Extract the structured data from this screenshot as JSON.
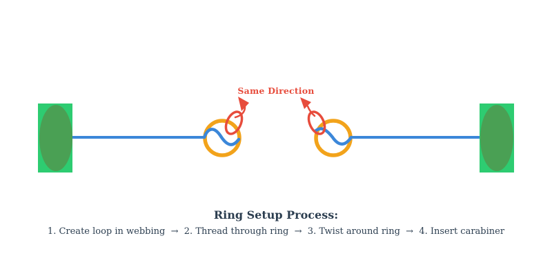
{
  "colors": {
    "background": "#ffffff",
    "webbing": "#3b87d9",
    "ring": "#f2a31b",
    "twist": "#e74c3c",
    "anchor": "#2ecc71",
    "anchor_pad": "#4aa054",
    "text": "#2c3e50"
  },
  "annotation": {
    "same_direction_label": "Same Direction"
  },
  "caption": {
    "title": "Ring Setup Process:",
    "steps": "1. Create loop in webbing  →  2. Thread through ring  →  3. Twist around ring  →  4. Insert carabiner"
  }
}
